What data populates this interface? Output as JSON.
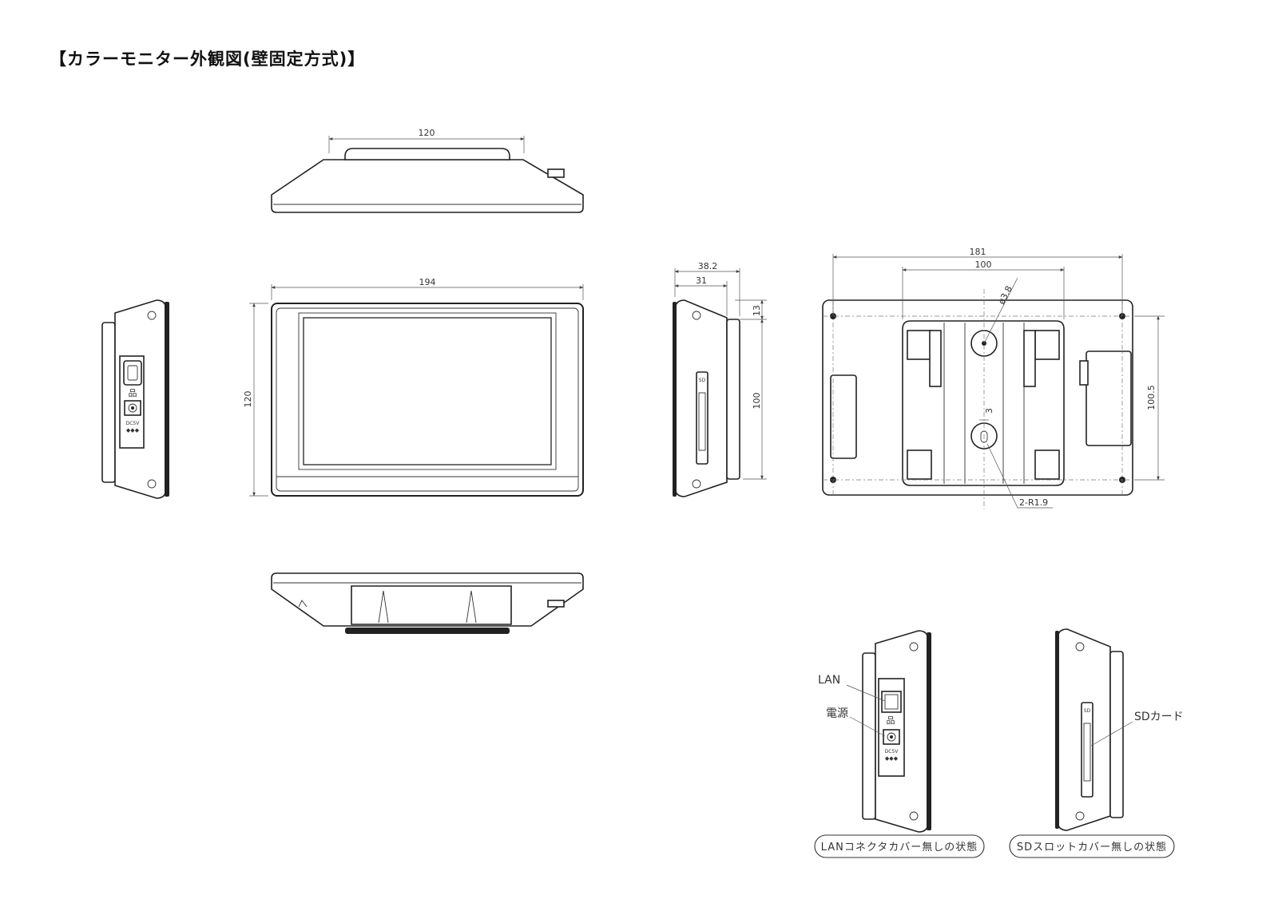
{
  "title": "【カラーモニター外観図(壁固定方式)】",
  "dimensions": {
    "top_width": "120",
    "front_width": "194",
    "front_height": "120",
    "side_depth_total": "38.2",
    "side_depth_body": "31",
    "side_top_offset": "13",
    "side_height": "100",
    "back_width": "181",
    "back_mount_width": "100",
    "back_height": "100.5",
    "hole_diameter": "ø3.8",
    "slot_width": "3",
    "slot_radius": "2-R1.9"
  },
  "labels": {
    "lan": "LAN",
    "power": "電源",
    "sd_card": "SDカード"
  },
  "captions": {
    "no_lan_cover": "LANコネクタカバー無しの状態",
    "no_sd_cover": "SDスロットカバー無しの状態"
  },
  "port_markings": {
    "dc": "DC5V",
    "sd": "SD"
  }
}
